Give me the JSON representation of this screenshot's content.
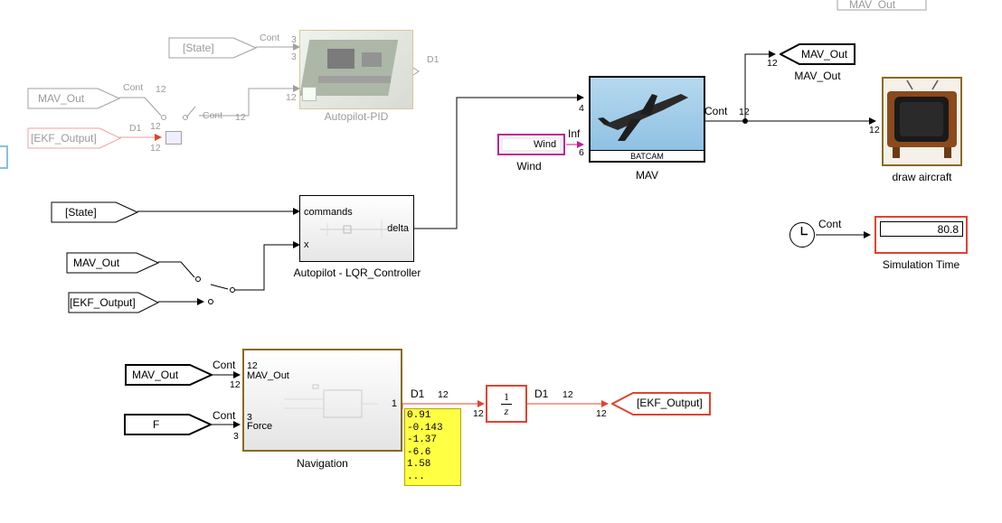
{
  "colors": {
    "wire": "#000000",
    "wire_dim": "#a0a0a0",
    "wire_red": "#e0442f",
    "magenta": "#c21e95",
    "block_border": "#8a6a1c",
    "display_bg": "#ffff44",
    "red_block": "#e0442f"
  },
  "goto_tags": {
    "state_top": "[State]",
    "mav_out_top": "MAV_Out",
    "ekf_output_top": "[EKF_Output]",
    "state_mid": "[State]",
    "mav_out_mid": "MAV_Out",
    "ekf_output_mid": "[EKF_Output]",
    "mav_out_nav": "MAV_Out",
    "f_nav": "F",
    "ekf_output_goto": "[EKF_Output]",
    "mav_out_goto": "MAV_Out",
    "wind_from": "Wind"
  },
  "blocks": {
    "autopilot_pid": {
      "caption": "Autopilot-PID"
    },
    "lqr": {
      "caption": "Autopilot - LQR_Controller",
      "port_commands": "commands",
      "port_x": "x",
      "port_delta": "delta"
    },
    "mav": {
      "caption": "MAV",
      "image_label": "BATCAM"
    },
    "wind": {
      "caption": "Wind"
    },
    "draw_aircraft": {
      "caption": "draw aircraft"
    },
    "simulation_time": {
      "caption": "Simulation Time",
      "value": "80.8"
    },
    "navigation": {
      "caption": "Navigation",
      "port_mav_out": "MAV_Out",
      "port_force": "Force",
      "port_out": "1"
    },
    "unit_delay": {
      "numerator": "1",
      "denominator": "z"
    },
    "mav_out_goto_caption": "MAV_Out"
  },
  "display_values": [
    "0.91",
    "-0.143",
    "-1.37",
    "-6.6",
    "1.58",
    "..."
  ],
  "signal_labels": {
    "cont": "Cont",
    "d1": "D1",
    "inf": "Inf",
    "n12": "12",
    "n3": "3",
    "n4": "4",
    "n6": "6"
  },
  "partial_tag_top_right": "MAV_Out"
}
